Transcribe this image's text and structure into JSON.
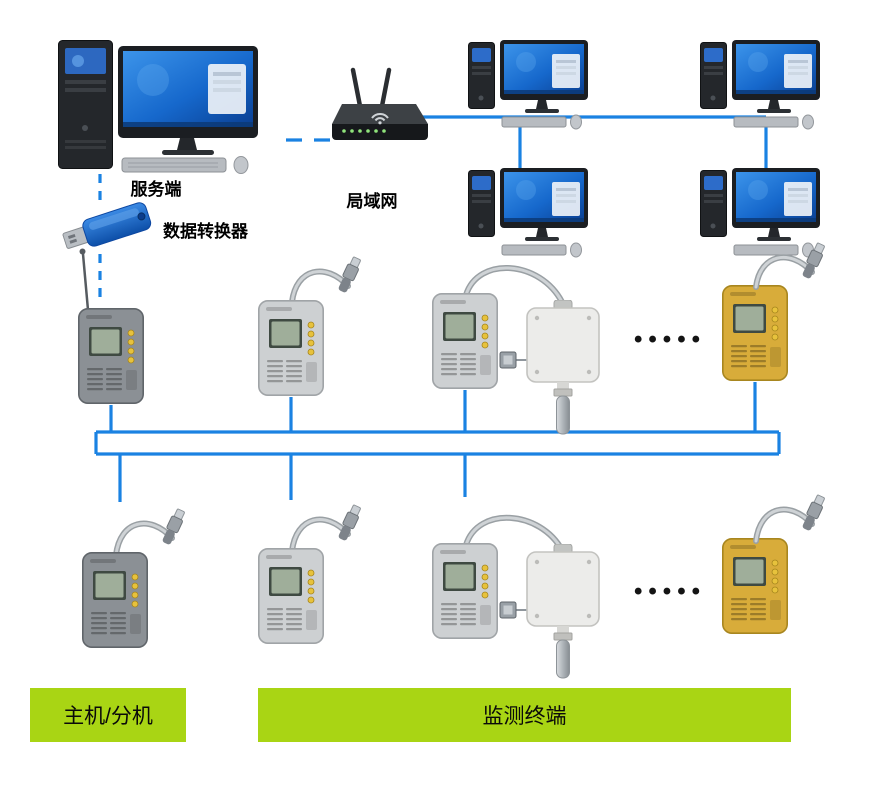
{
  "diagram": {
    "title_hint": "LAN monitoring system topology",
    "labels": {
      "server": "服务端",
      "data_converter": "数据转换器",
      "lan": "局域网",
      "host_units": "主机/分机",
      "monitor_terminals": "监测终端"
    },
    "ellipsis": {
      "middle_row": "•••••",
      "bottom_row": "•••••"
    },
    "colors": {
      "connection_line": "#1a82e2",
      "banner_green": "#a9d514",
      "device_dark_gray": "#8b9095",
      "device_light_gray": "#cdd0d2",
      "device_yellow": "#d8ac3a",
      "screen_blue": "#1668cc"
    }
  }
}
